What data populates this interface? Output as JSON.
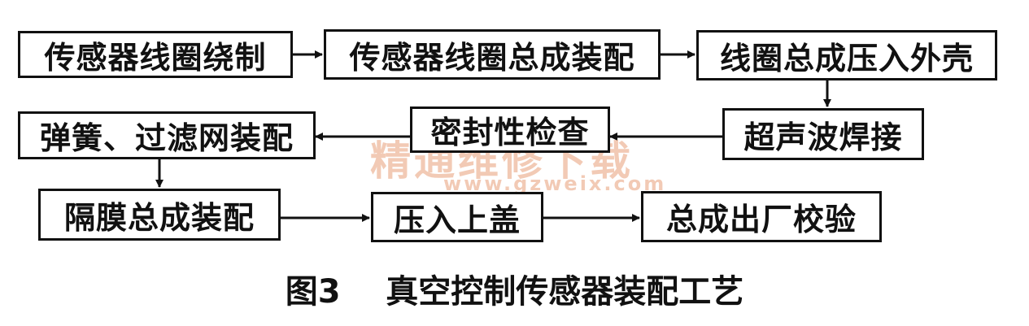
{
  "diagram": {
    "steps": {
      "coil_winding": "传感器线圈绕制",
      "coil_assembly": "传感器线圈总成装配",
      "press_into_shell": "线圈总成压入外壳",
      "ultrasonic_welding": "超声波焊接",
      "seal_check": "密封性检查",
      "spring_filter_assembly": "弹簧、过滤网装配",
      "diaphragm_assembly": "隔膜总成装配",
      "press_top_cover": "压入上盖",
      "final_calibration": "总成出厂校验"
    }
  },
  "watermark": {
    "main": "精通维修下载",
    "url": "www.gzweix.com"
  },
  "caption": {
    "figure_label": "图3",
    "title": "真空控制传感器装配工艺"
  },
  "colors": {
    "line": "#111111",
    "watermark": "#e8a07a"
  }
}
